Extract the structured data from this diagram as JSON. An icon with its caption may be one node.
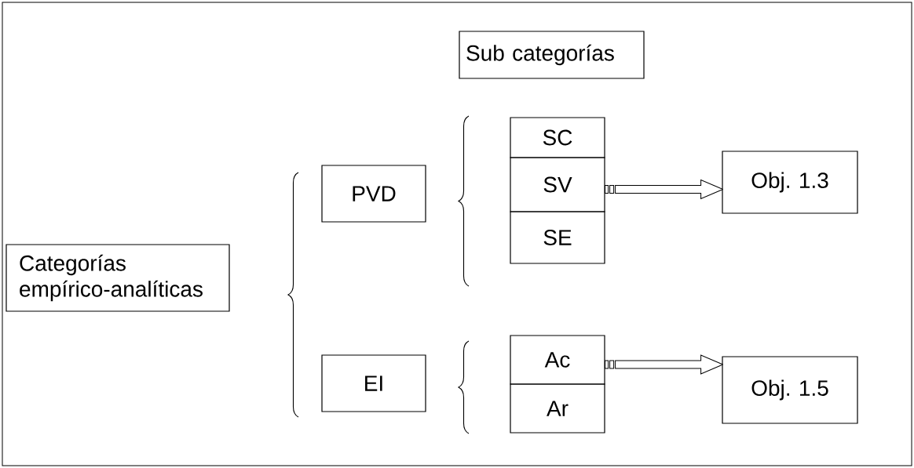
{
  "diagram": {
    "nodes": [
      {
        "text": [
          "Sub categorías"
        ]
      },
      {
        "text": [
          "Categorías empírico-analíticas"
        ]
      },
      {
        "text": [
          "PVD"
        ]
      },
      {
        "text": [
          "SC"
        ]
      },
      {
        "text": [
          "SV"
        ]
      },
      {
        "text": [
          "SE"
        ]
      },
      {
        "text": [
          "Obj. 1.3"
        ]
      },
      {
        "text": [
          "EI"
        ]
      },
      {
        "text": [
          "Ac"
        ]
      },
      {
        "text": [
          "Ar"
        ]
      },
      {
        "text": [
          "Obj. 1.5"
        ]
      }
    ],
    "edges": [
      {
        "from": 4,
        "to": 6,
        "arrow": "to"
      },
      {
        "from": 8,
        "to": 10,
        "arrow": "to"
      }
    ]
  }
}
